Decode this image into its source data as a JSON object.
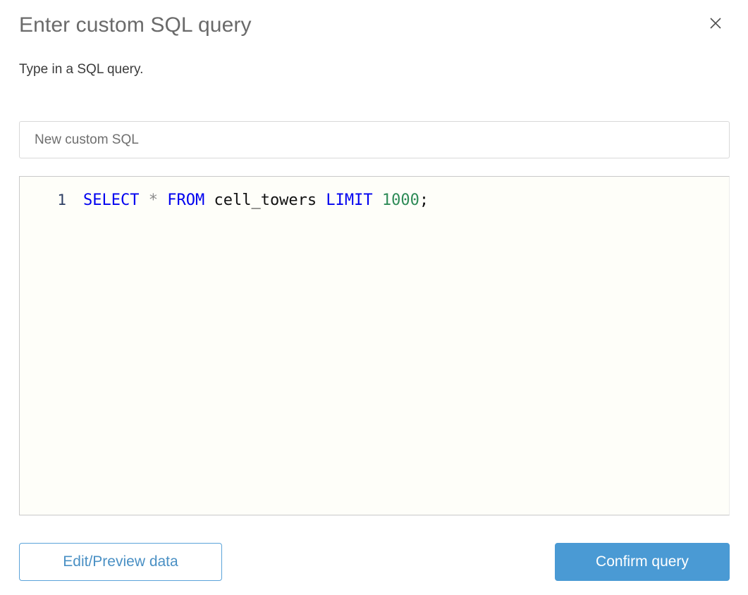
{
  "dialog": {
    "title": "Enter custom SQL query",
    "subtitle": "Type in a SQL query.",
    "close_icon": "close-icon"
  },
  "name_field": {
    "value": "",
    "placeholder": "New custom SQL"
  },
  "editor": {
    "line_number": "1",
    "tokens": {
      "select": "SELECT",
      "star": "*",
      "from": "FROM",
      "table": "cell_towers",
      "limit": "LIMIT",
      "count": "1000",
      "semicolon": ";",
      "sp1": " ",
      "sp2": " ",
      "sp3": " ",
      "sp4": " ",
      "sp5": " "
    },
    "full_query": "SELECT * FROM cell_towers LIMIT 1000;"
  },
  "footer": {
    "secondary_label": "Edit/Preview data",
    "primary_label": "Confirm query"
  },
  "colors": {
    "accent": "#4a9ad4",
    "link": "#4a90c4",
    "keyword": "#0000f0",
    "number": "#2e8b57",
    "title": "#6a6a6a"
  }
}
